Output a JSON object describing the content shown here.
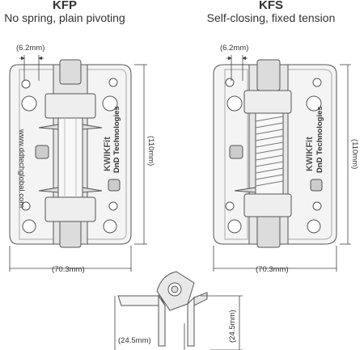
{
  "left_hinge": {
    "title": "KFP",
    "subtitle": "No spring, plain pivoting",
    "dim_top": "(6.2mm)",
    "dim_side": "(110mm)",
    "dim_bottom": "(70.3mm)",
    "brand": "KWIKFit",
    "maker": "DnD Technologies",
    "website": "www.ddtechglobal.com"
  },
  "right_hinge": {
    "title": "KFS",
    "subtitle": "Self-closing, fixed tension",
    "dim_top": "(6.2mm)",
    "dim_side": "(110mm)",
    "dim_bottom": "(70.3mm)",
    "brand": "KWIKFit",
    "maker": "DnD Technologies"
  },
  "side_view": {
    "dim_left": "(24.5mm)",
    "dim_right": "(24.5mm)"
  },
  "colors": {
    "outline": "#555555",
    "hinge_fill": "#f4f4f4",
    "shade": "#dcdcdc"
  }
}
